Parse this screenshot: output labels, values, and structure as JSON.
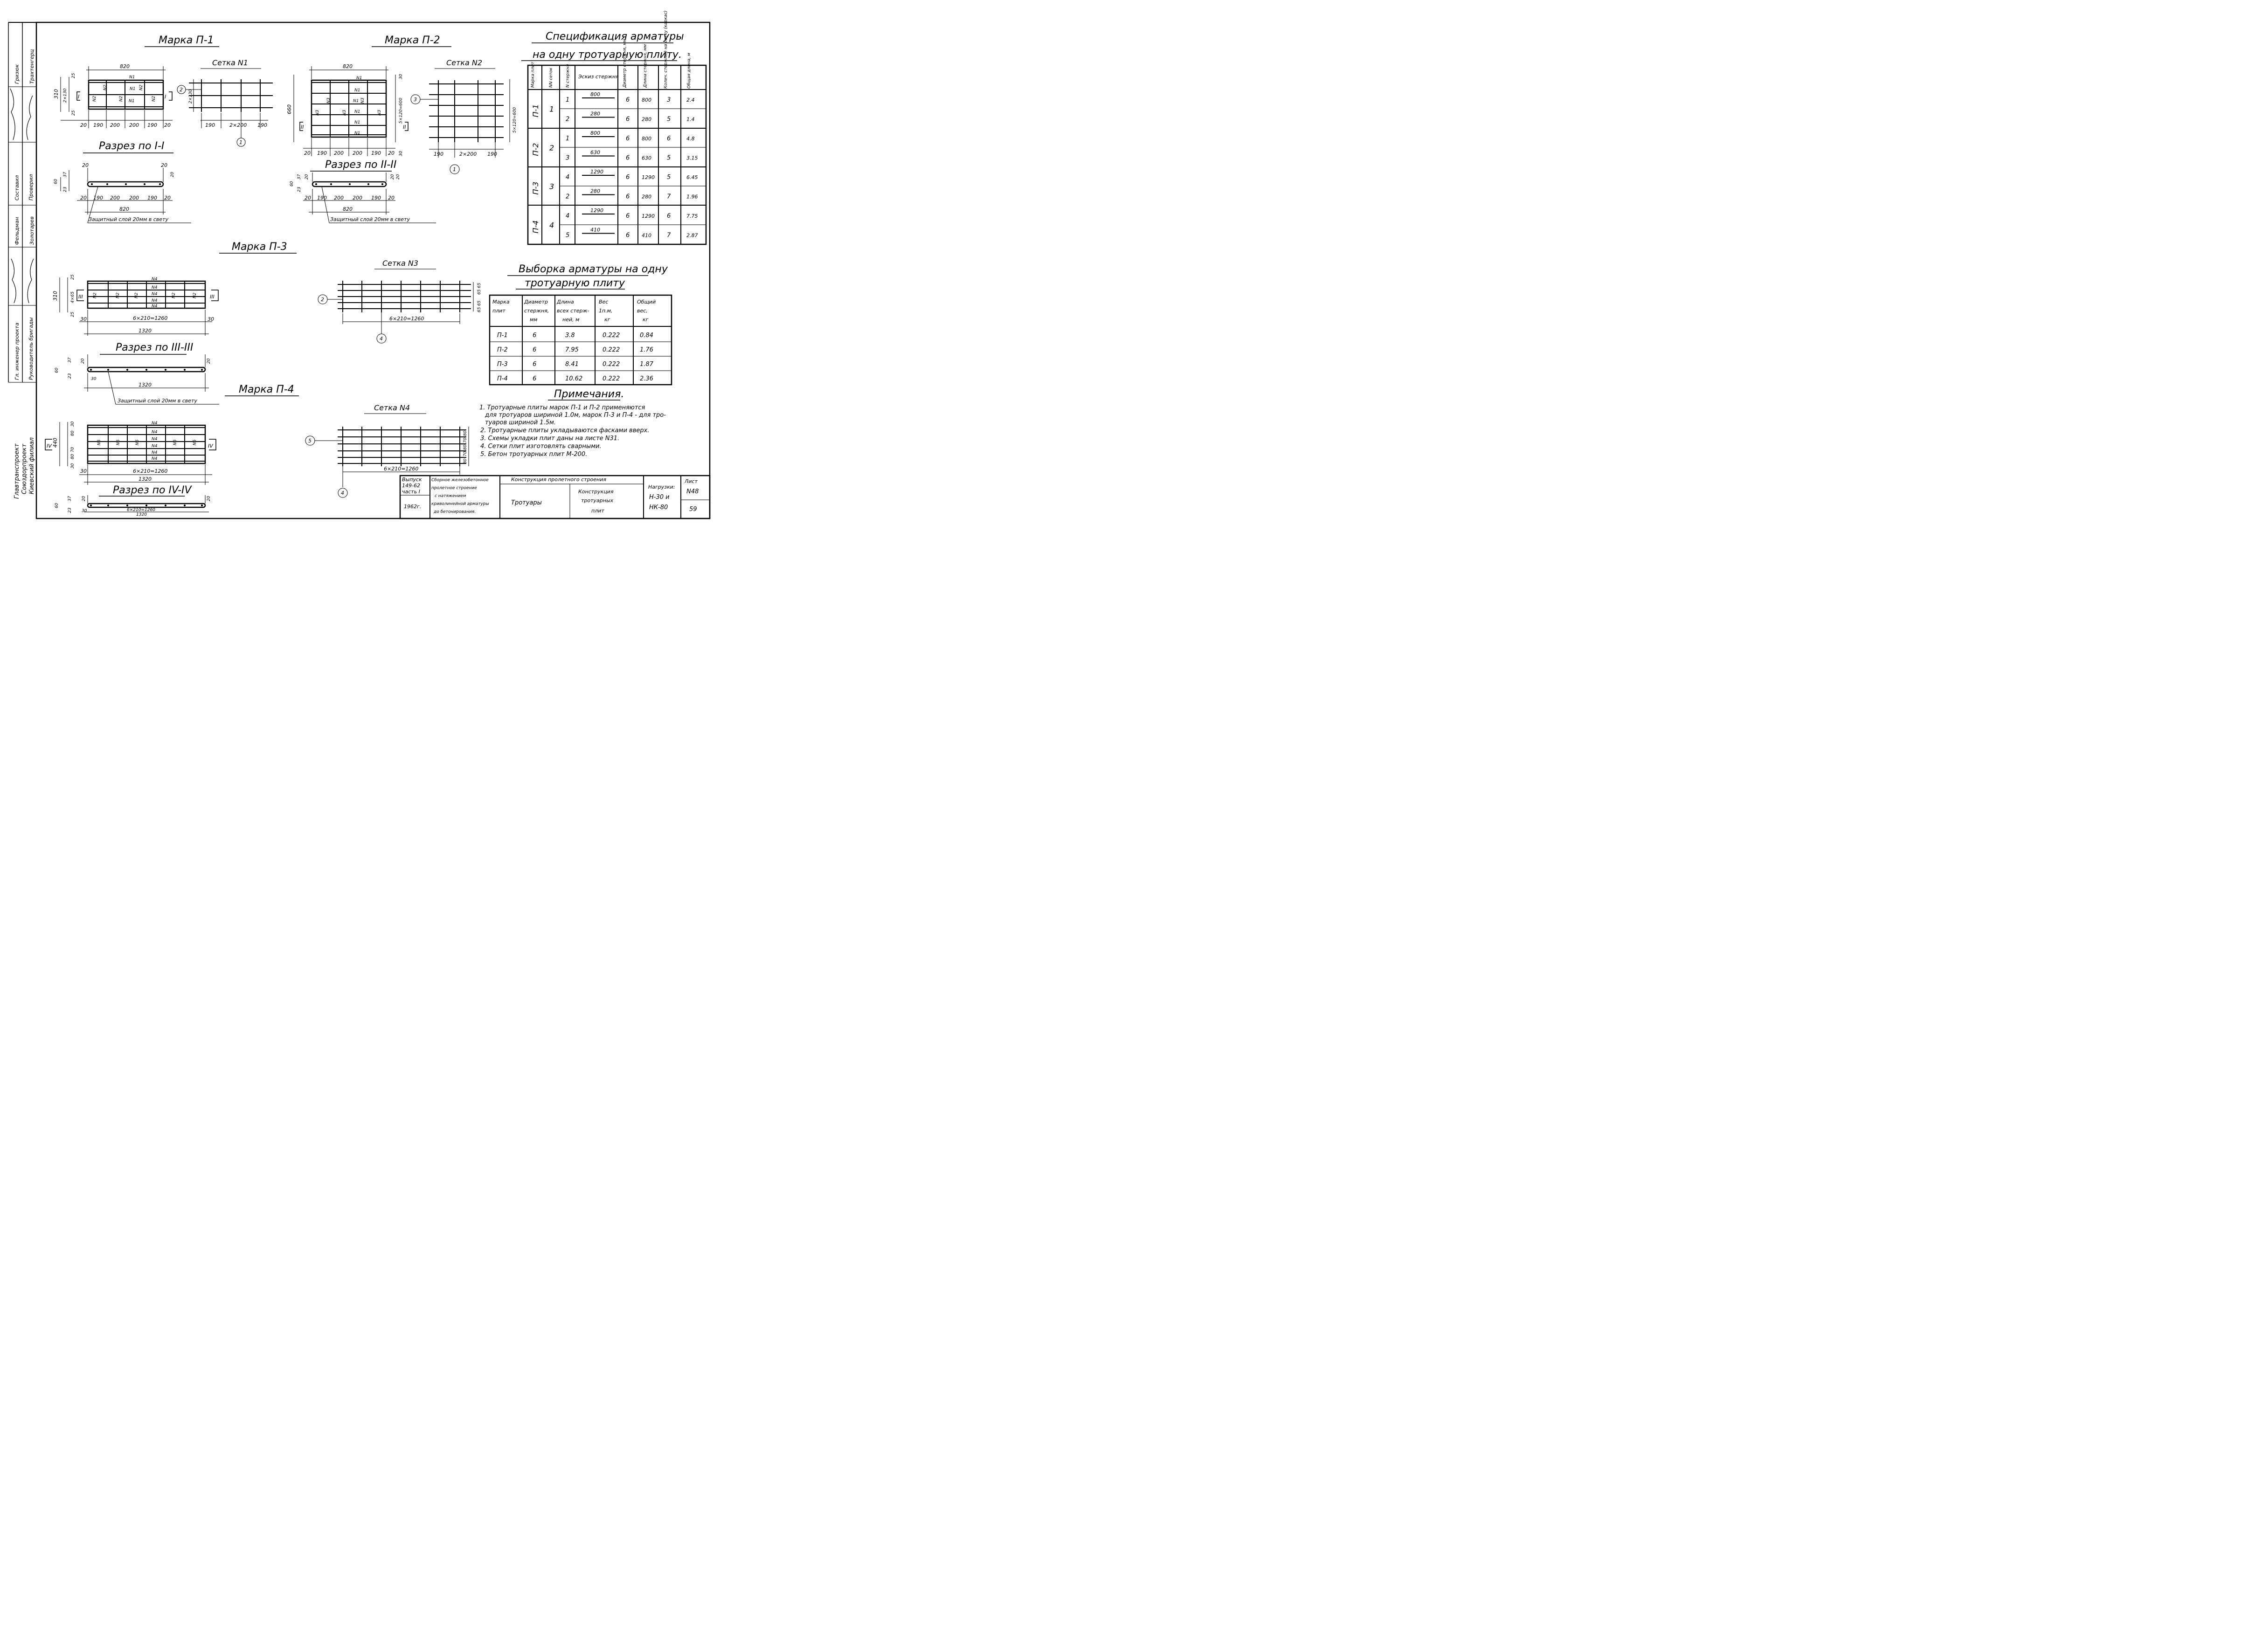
{
  "sidebar": {
    "col_left": [
      "Главтранспроект",
      "Союздорпроект",
      "Киевский филиал"
    ],
    "roles": [
      "Гл. инженер проекта",
      "Руководитель бригады",
      "Составил",
      "Проверил"
    ],
    "names": [
      "Трахтенгерц",
      "Гризюк",
      "Фельдман",
      "Золотарев"
    ]
  },
  "sections": {
    "p1": {
      "title": "Марка П-1",
      "mesh": "Сетка N1",
      "cut": "Разрез по I-I"
    },
    "p2": {
      "title": "Марка П-2",
      "mesh": "Сетка N2",
      "cut": "Разрез по II-II"
    },
    "p3": {
      "title": "Марка П-3",
      "mesh": "Сетка N3",
      "cut": "Разрез по III-III"
    },
    "p4": {
      "title": "Марка П-4",
      "mesh": "Сетка N4",
      "cut": "Разрез по IV-IV"
    }
  },
  "cover_note": "Защитный слой 20мм в свету",
  "dims": {
    "p1_top": "820",
    "p1_bottom": [
      "20",
      "190",
      "200",
      "200",
      "190",
      "20"
    ],
    "p1_side": [
      "25",
      "310",
      "2×130",
      "25"
    ],
    "mesh1_bottom": [
      "190",
      "2×200",
      "190"
    ],
    "mesh1_side": "2×130",
    "p2_top": "820",
    "p2_bottom": [
      "20",
      "190",
      "200",
      "200",
      "190",
      "20"
    ],
    "p2_side": [
      "30",
      "660",
      "5×120=600",
      "30"
    ],
    "mesh2_side": "5×120=600",
    "mesh2_bottom": [
      "190",
      "2×200",
      "190"
    ],
    "cut_top": [
      "20",
      "20"
    ],
    "cut_side": [
      "60",
      "37",
      "23",
      "20"
    ],
    "cut_bottom": [
      "20",
      "190",
      "200",
      "200",
      "190",
      "20"
    ],
    "cut_total": "820",
    "p3_side": [
      "25",
      "310",
      "4×65",
      "25"
    ],
    "p3_mid": "6×210=1260",
    "p3_total": "1320",
    "p3_ends": [
      "30",
      "30"
    ],
    "mesh3_bottom": "6×210=1260",
    "mesh3_side": [
      "65",
      "65",
      "65",
      "65"
    ],
    "cut3_total": "1320",
    "p4_side": [
      "30",
      "440",
      "30",
      "80",
      "70",
      "80"
    ],
    "p4_mid": "6×210=1260",
    "p4_total": "1320",
    "mesh4_bottom": "6×210=1260",
    "mesh4_side": [
      "80",
      "70",
      "80",
      "70",
      "80"
    ],
    "cut4_mid": "6×210=1260",
    "cut4_total": "1320"
  },
  "bar_labels": {
    "n1": "N1",
    "n2": "N2",
    "n3": "N3",
    "n4": "N4",
    "n5": "N5"
  },
  "callouts": {
    "m1_side": "2",
    "m1_bottom": "1",
    "m2_side": "3",
    "m2_bottom": "1",
    "m3_side": "2",
    "m3_bottom": "4",
    "m4_side": "5",
    "m4_bottom": "4"
  },
  "spec": {
    "title_line1": "Спецификация арматуры",
    "title_line2": "на одну тротуарную плиту.",
    "headers": [
      "Марка плит",
      "NN сеток",
      "N стержня",
      "Эскиз стержня",
      "Диаметр стержня, мм",
      "Длина стержня, мм",
      "Колич. стержней на сетку (каркас)",
      "Общая длина, м"
    ],
    "rows": [
      {
        "mark": "П-1",
        "mesh": "1",
        "bar": "1",
        "sketch": "800",
        "dia": "6",
        "len": "800",
        "qty": "3",
        "total": "2.4"
      },
      {
        "mark": "",
        "mesh": "",
        "bar": "2",
        "sketch": "280",
        "dia": "6",
        "len": "280",
        "qty": "5",
        "total": "1.4"
      },
      {
        "mark": "П-2",
        "mesh": "2",
        "bar": "1",
        "sketch": "800",
        "dia": "6",
        "len": "800",
        "qty": "6",
        "total": "4.8"
      },
      {
        "mark": "",
        "mesh": "",
        "bar": "3",
        "sketch": "630",
        "dia": "6",
        "len": "630",
        "qty": "5",
        "total": "3.15"
      },
      {
        "mark": "П-3",
        "mesh": "3",
        "bar": "4",
        "sketch": "1290",
        "dia": "6",
        "len": "1290",
        "qty": "5",
        "total": "6.45"
      },
      {
        "mark": "",
        "mesh": "",
        "bar": "2",
        "sketch": "280",
        "dia": "6",
        "len": "280",
        "qty": "7",
        "total": "1.96"
      },
      {
        "mark": "П-4",
        "mesh": "4",
        "bar": "4",
        "sketch": "1290",
        "dia": "6",
        "len": "1290",
        "qty": "6",
        "total": "7.75"
      },
      {
        "mark": "",
        "mesh": "",
        "bar": "5",
        "sketch": "410",
        "dia": "6",
        "len": "410",
        "qty": "7",
        "total": "2.87"
      }
    ]
  },
  "selection": {
    "title_line1": "Выборка арматуры на одну",
    "title_line2": "тротуарную плиту",
    "headers": [
      [
        "Марка",
        "плит",
        ""
      ],
      [
        "Диаметр",
        "стержня,",
        "мм"
      ],
      [
        "Длина",
        "всех стерж-",
        "ней, м"
      ],
      [
        "Вес",
        "1п.м,",
        "кг"
      ],
      [
        "Общий",
        "вес,",
        "кг"
      ]
    ],
    "rows": [
      [
        "П-1",
        "6",
        "3.8",
        "0.222",
        "0.84"
      ],
      [
        "П-2",
        "6",
        "7.95",
        "0.222",
        "1.76"
      ],
      [
        "П-3",
        "6",
        "8.41",
        "0.222",
        "1.87"
      ],
      [
        "П-4",
        "6",
        "10.62",
        "0.222",
        "2.36"
      ]
    ]
  },
  "notes": {
    "title": "Примечания.",
    "lines": [
      "1. Тротуарные плиты марок П-1 и П-2 применяются",
      "для тротуаров шириной 1.0м, марок П-3 и П-4 - для тро-",
      "туаров шириной 1.5м.",
      "2. Тротуарные плиты укладываются фасками вверх.",
      "3. Схемы укладки плит даны на листе N31.",
      "4. Сетки плит изготовлять сварными.",
      "5. Бетон тротуарных плит М-200."
    ]
  },
  "title_block": {
    "issue": [
      "Выпуск",
      "149-62",
      "часть I"
    ],
    "year": "1962г.",
    "desc": [
      "Сборное железобетонное",
      "пролетное строение",
      "с натяжением",
      "криволинейной арматуры",
      "до бетонирования."
    ],
    "structure": "Конструкция пролетного строения",
    "part": "Тротуары",
    "drawing": [
      "Конструкция",
      "тротуарных",
      "плит"
    ],
    "loads": [
      "Нагрузки:",
      "Н-30 и",
      "НК-80"
    ],
    "sheet_label": "Лист",
    "sheet_no": "N48",
    "page_no": "59"
  }
}
